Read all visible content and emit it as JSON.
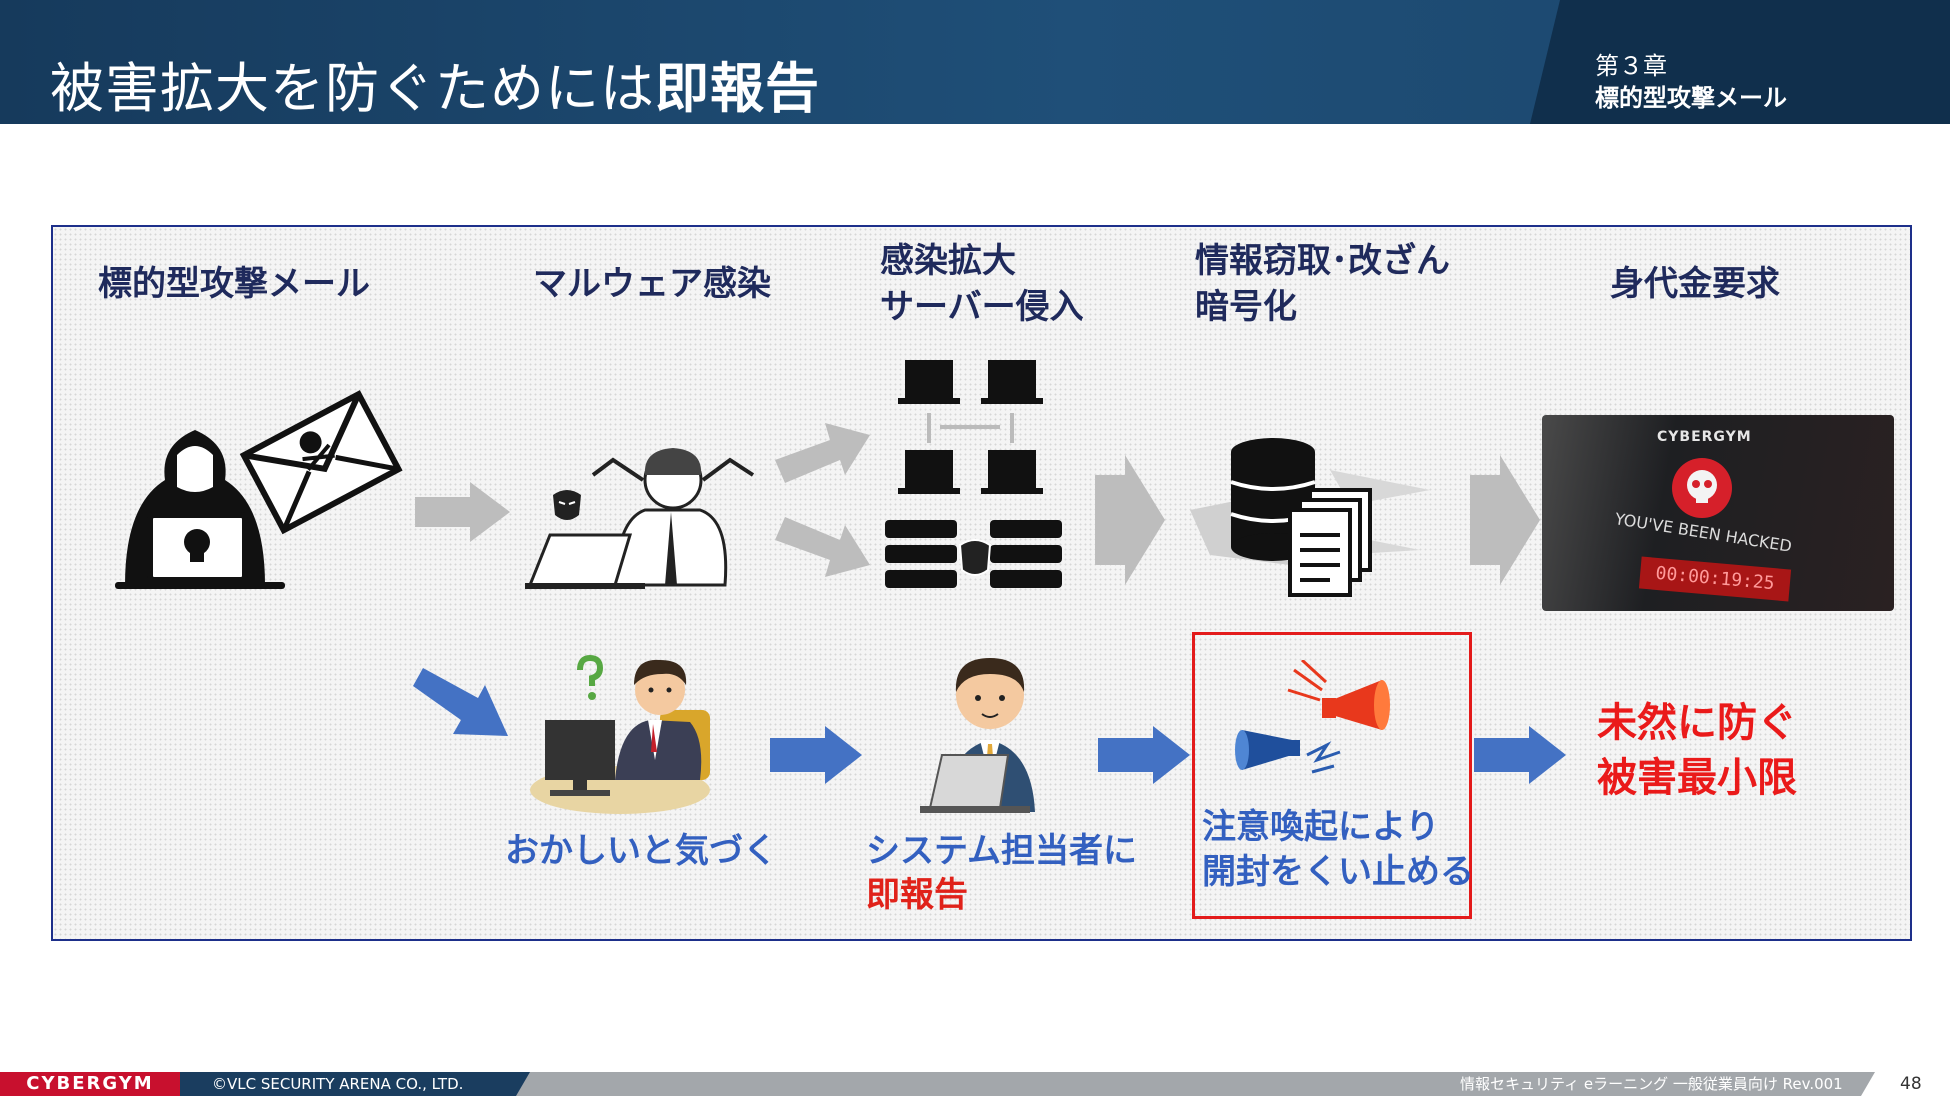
{
  "header": {
    "title_plain": "被害拡大を防ぐためには",
    "title_bold": "即報告",
    "chapter_number": "第３章",
    "chapter_name": "標的型攻撃メール"
  },
  "attack_flow": {
    "stages": [
      {
        "label_line1": "標的型攻撃メール",
        "label_line2": "",
        "icon": "hacker-with-skull-email-icon"
      },
      {
        "label_line1": "マルウェア感染",
        "label_line2": "",
        "icon": "infected-user-icon"
      },
      {
        "label_line1": "感染拡大",
        "label_line2": "サーバー侵入",
        "icon": "infected-network-servers-icon"
      },
      {
        "label_line1": "情報窃取･改ざん",
        "label_line2": "暗号化",
        "icon": "database-documents-icon"
      },
      {
        "label_line1": "身代金要求",
        "label_line2": "",
        "icon": "ransom-screen-icon"
      }
    ],
    "ransom_screen": {
      "brand": "CYBERGYM",
      "message": "YOU'VE BEEN HACKED",
      "timer": "00:00:19:25"
    }
  },
  "response_flow": {
    "notice": "おかしいと気づく",
    "report_line1": "システム担当者に",
    "report_line2": "即報告",
    "alert_line1": "注意喚起により",
    "alert_line2": "開封をくい止める",
    "result_line1": "未然に防ぐ",
    "result_line2": "被害最小限"
  },
  "colors": {
    "header_bg": "#1f4f78",
    "stage_text": "#1f2a5c",
    "response_text": "#3360c0",
    "emphasis_red": "#e0221a",
    "gray_arrow": "#bdbdbd",
    "blue_arrow": "#4472c4"
  },
  "footer": {
    "brand": "CYBERGYM",
    "copyright": "©VLC SECURITY ARENA CO., LTD.",
    "course": "情報セキュリティ eラーニング 一般従業員向け Rev.001",
    "page_number": "48"
  }
}
